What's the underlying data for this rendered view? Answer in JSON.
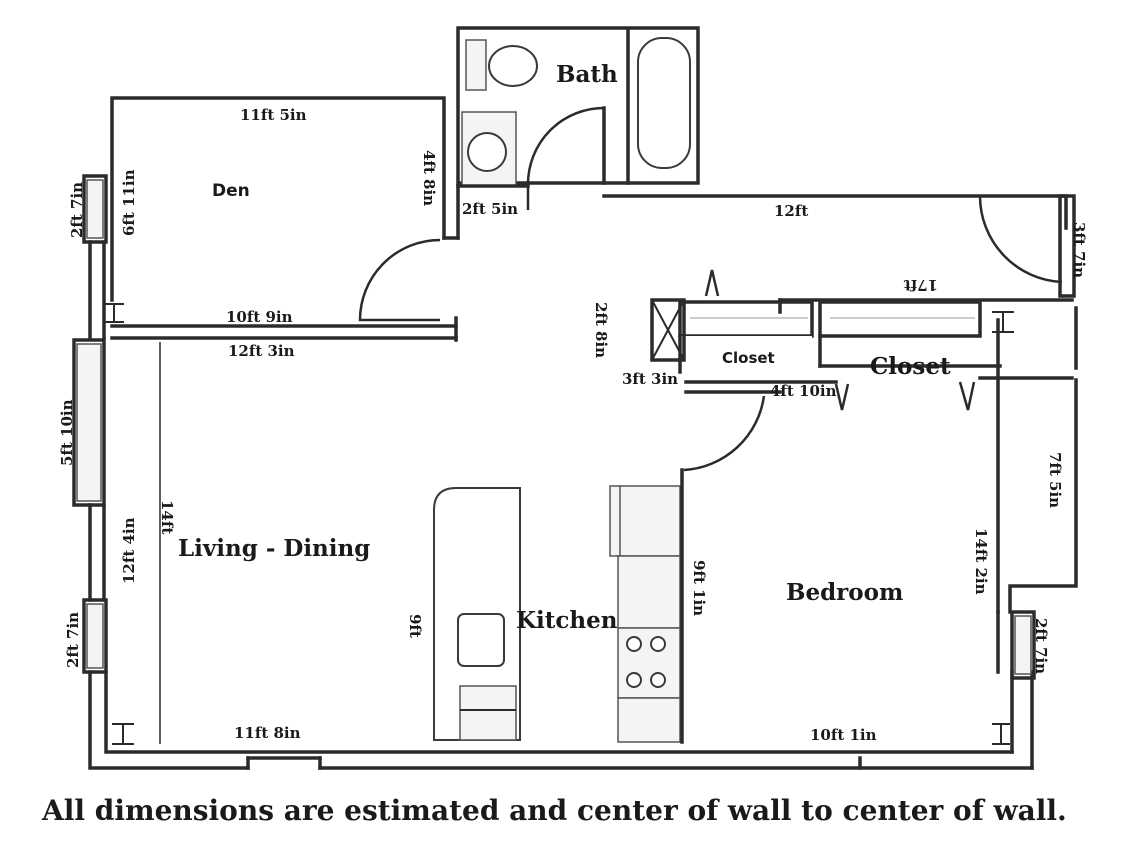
{
  "rooms": {
    "bath": "Bath",
    "den": "Den",
    "closet_small": "Closet",
    "closet_large": "Closet",
    "living_dining": "Living - Dining",
    "kitchen": "Kitchen",
    "bedroom": "Bedroom"
  },
  "dimensions": {
    "den_top": "11ft 5in",
    "den_right": "4ft 8in",
    "den_left": "6ft 11in",
    "den_left_window": "2ft 7in",
    "den_bottom": "10ft 9in",
    "bath_door": "2ft 5in",
    "hall_top": "12ft",
    "right_top": "3ft 7in",
    "closet_top": "17ft",
    "closet_post": "2ft 8in",
    "closet_small_bottom": "3ft 3in",
    "closet_large_bottom": "4ft 10in",
    "living_top": "12ft 3in",
    "living_window": "5ft 10in",
    "living_height": "14ft",
    "living_left": "12ft 4in",
    "living_window_low": "2ft 7in",
    "living_bottom": "11ft 8in",
    "kitchen_counter": "9ft",
    "kitchen_wall": "9ft 1in",
    "bedroom_right_upper": "7ft 5in",
    "bedroom_right": "14ft 2in",
    "bedroom_window": "2ft 7in",
    "bedroom_bottom": "10ft 1in"
  },
  "footnote": "All dimensions are estimated and center of wall to center of wall."
}
